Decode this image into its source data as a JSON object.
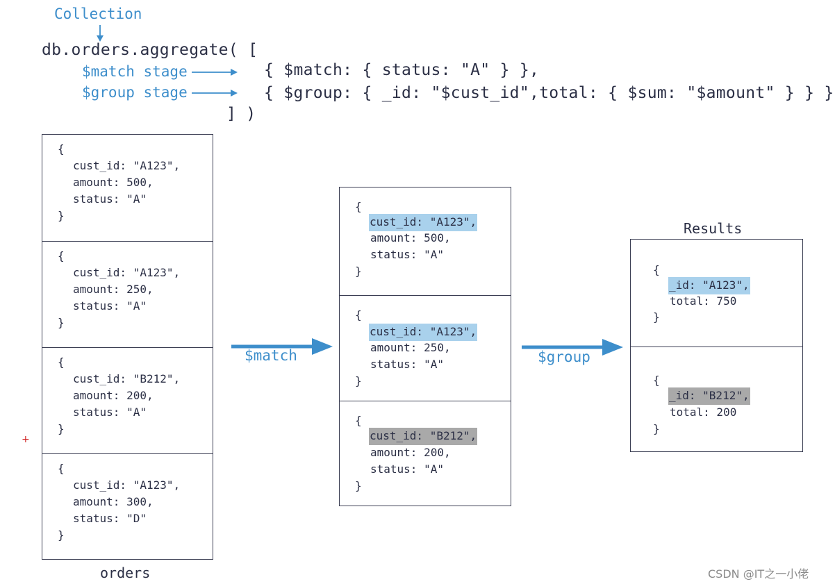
{
  "header": {
    "collection_label": "Collection",
    "code_line1": "db.orders.aggregate( [",
    "match_stage_label": "$match stage",
    "group_stage_label": "$group stage",
    "code_line_match": "{ $match: { status: \"A\" } },",
    "code_line_group": "{ $group: { _id: \"$cust_id\",total: { $sum: \"$amount\" } } }",
    "code_line_end": "] )"
  },
  "orders": {
    "caption": "orders",
    "docs": [
      {
        "open": "{",
        "l1": "cust_id: \"A123\",",
        "l2": "amount: 500,",
        "l3": "status: \"A\"",
        "close": "}"
      },
      {
        "open": "{",
        "l1": "cust_id: \"A123\",",
        "l2": "amount: 250,",
        "l3": "status: \"A\"",
        "close": "}"
      },
      {
        "open": "{",
        "l1": "cust_id: \"B212\",",
        "l2": "amount: 200,",
        "l3": "status: \"A\"",
        "close": "}"
      },
      {
        "open": "{",
        "l1": "cust_id: \"A123\",",
        "l2": "amount: 300,",
        "l3": "status: \"D\"",
        "close": "}"
      }
    ]
  },
  "arrows": {
    "match_label": "$match",
    "group_label": "$group"
  },
  "matched": {
    "docs": [
      {
        "open": "{",
        "l1": "cust_id: \"A123\",",
        "l2": "amount: 500,",
        "l3": "status: \"A\"",
        "close": "}"
      },
      {
        "open": "{",
        "l1": "cust_id: \"A123\",",
        "l2": "amount: 250,",
        "l3": "status: \"A\"",
        "close": "}"
      },
      {
        "open": "{",
        "l1": "cust_id: \"B212\",",
        "l2": "amount: 200,",
        "l3": "status: \"A\"",
        "close": "}"
      }
    ]
  },
  "results": {
    "caption": "Results",
    "docs": [
      {
        "open": "{",
        "l1": "_id: \"A123\",",
        "l2": "total: 750",
        "close": "}"
      },
      {
        "open": "{",
        "l1": "_id: \"B212\",",
        "l2": "total: 200",
        "close": "}"
      }
    ]
  },
  "watermark": "CSDN @IT之一小佬",
  "colors": {
    "accent_blue": "#3d8ecb",
    "highlight_blue": "#a9d1ec",
    "highlight_gray": "#a9a9a9",
    "text": "#2b2f45"
  }
}
